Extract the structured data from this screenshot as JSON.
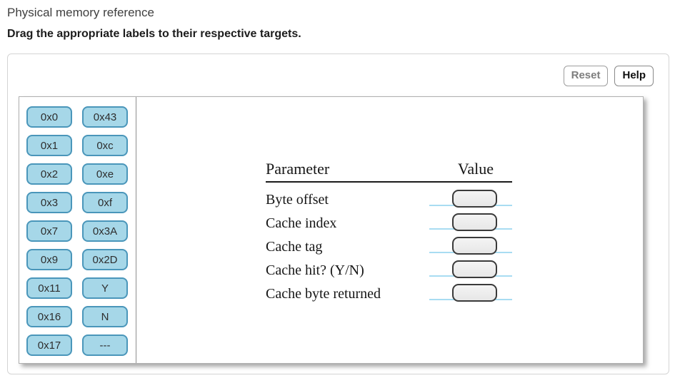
{
  "page": {
    "title": "Physical memory reference",
    "instruction": "Drag the appropriate labels to their respective targets."
  },
  "toolbar": {
    "reset_label": "Reset",
    "help_label": "Help"
  },
  "palette": {
    "chips": [
      "0x0",
      "0x43",
      "0x1",
      "0xc",
      "0x2",
      "0xe",
      "0x3",
      "0xf",
      "0x7",
      "0x3A",
      "0x9",
      "0x2D",
      "0x11",
      "Y",
      "0x16",
      "N",
      "0x17",
      "---"
    ]
  },
  "worksheet": {
    "parameter_header": "Parameter",
    "value_header": "Value",
    "rows": [
      {
        "label": "Byte offset",
        "target_value": ""
      },
      {
        "label": "Cache index",
        "target_value": ""
      },
      {
        "label": "Cache tag",
        "target_value": ""
      },
      {
        "label": "Cache hit? (Y/N)",
        "target_value": ""
      },
      {
        "label": "Cache byte returned",
        "target_value": ""
      }
    ]
  },
  "colors": {
    "chip_fill": "#a6d7e8",
    "chip_border": "#4a96ba",
    "drop_line": "#a8dcf2",
    "target_fill": "#ededed",
    "target_border": "#3a3a3a"
  }
}
